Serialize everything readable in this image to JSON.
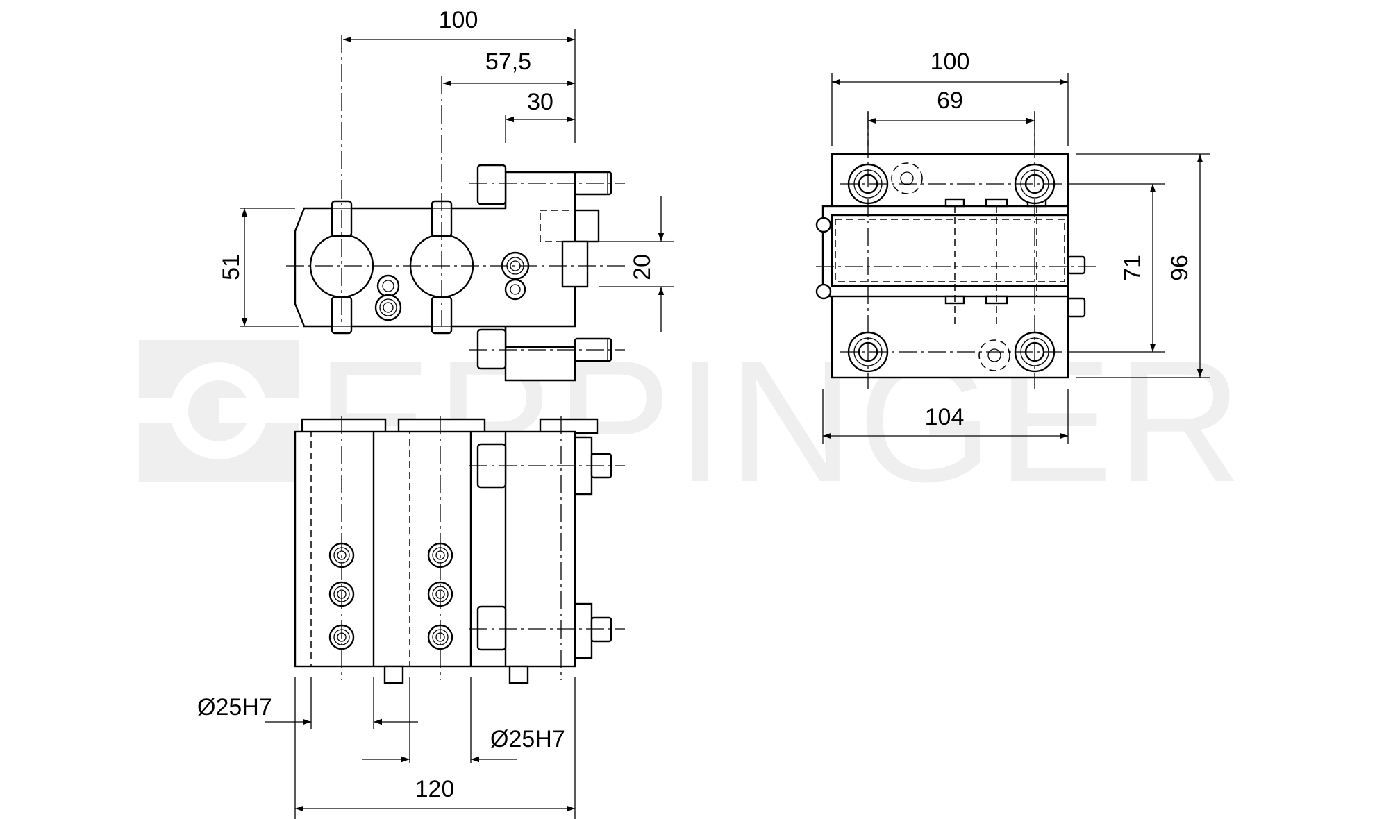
{
  "watermark": {
    "text": "EPPINGER",
    "color": "#efefef"
  },
  "dimensions": {
    "top_view": {
      "width_total": "100",
      "width_mid": "57,5",
      "width_small": "30",
      "height_left": "51",
      "height_right": "20"
    },
    "front_view": {
      "bore_left": "Ø25H7",
      "bore_right": "Ø25H7",
      "width_total": "120"
    },
    "side_view": {
      "width_top": "100",
      "width_inner": "69",
      "width_bottom": "104",
      "height_inner": "71",
      "height_total": "96"
    }
  },
  "line_color": "#000000"
}
